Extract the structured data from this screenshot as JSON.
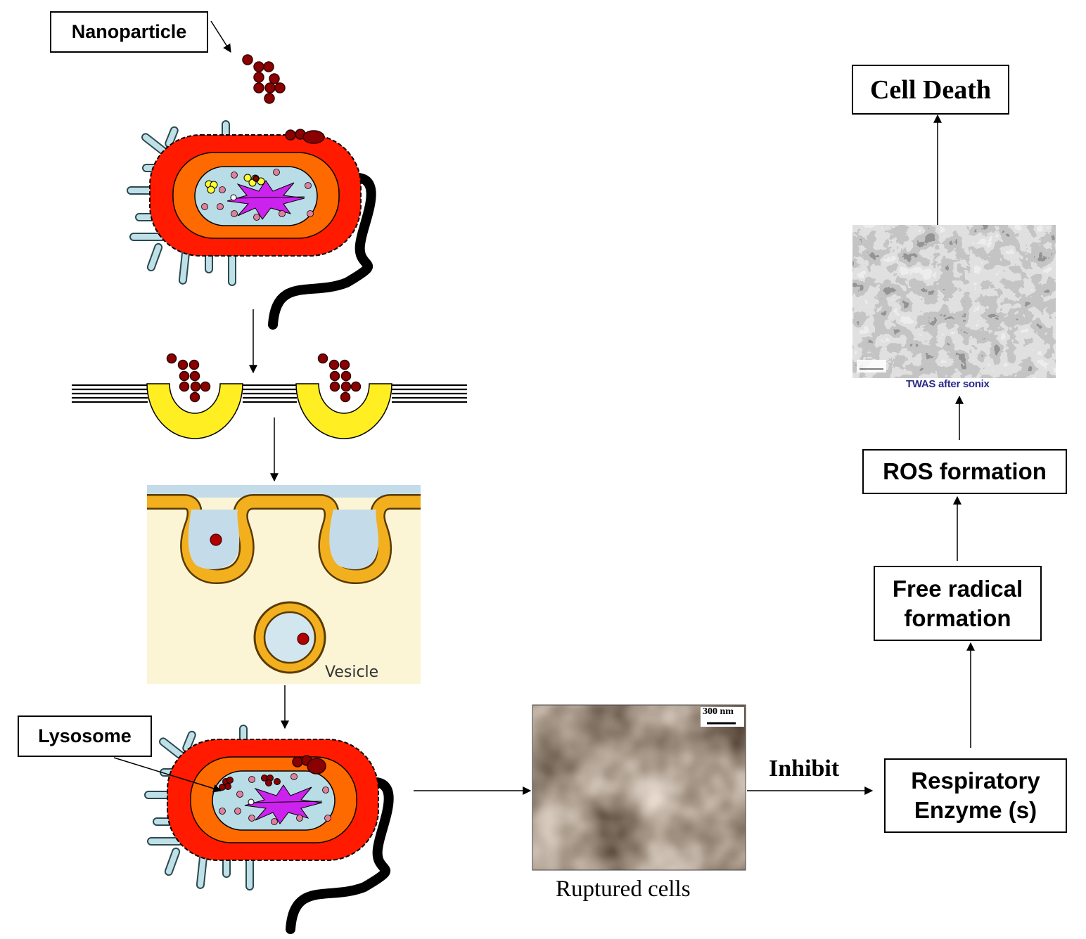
{
  "labels": {
    "nanoparticle": "Nanoparticle",
    "lysosome": "Lysosome",
    "cell_death": "Cell Death",
    "ros_formation": "ROS formation",
    "free_radical_line1": "Free radical",
    "free_radical_line2": "formation",
    "respiratory_line1": "Respiratory",
    "respiratory_line2": "Enzyme (s)",
    "inhibit": "Inhibit",
    "ruptured_cells": "Ruptured cells",
    "vesicle": "Vesicle",
    "scale_bar": "300 nm",
    "twas_caption": "TWAS after sonix"
  },
  "colors": {
    "nanoparticle": "#8b0000",
    "cell_wall": "#ff1a00",
    "cell_membrane": "#ff6a00",
    "cytoplasm": "#b8dde6",
    "nucleoid": "#cc22ee",
    "pili": "#bfe0e6",
    "ribosome": "#e0809a",
    "pit": "#ffee22",
    "vesicle_panel_bg": "#fbf5d6",
    "vesicle_membrane": "#f2b01e",
    "twas_caption": "#2a2a8a"
  },
  "icons": [
    "nanoparticle-cluster-icon",
    "bacterium-icon",
    "flagellum-icon",
    "endocytosis-pit-icon",
    "vesicle-icon"
  ]
}
